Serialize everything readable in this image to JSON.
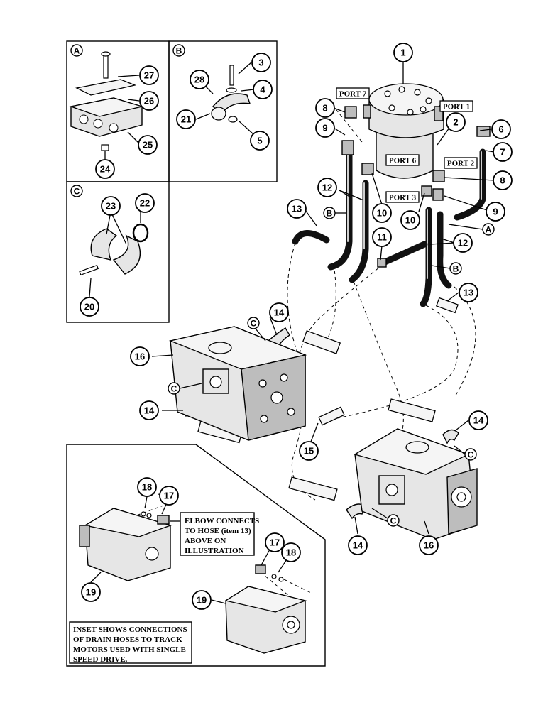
{
  "callouts": [
    {
      "id": "c1",
      "label": "1"
    },
    {
      "id": "c2",
      "label": "2"
    },
    {
      "id": "c3",
      "label": "3"
    },
    {
      "id": "c4",
      "label": "4"
    },
    {
      "id": "c5",
      "label": "5"
    },
    {
      "id": "c6",
      "label": "6"
    },
    {
      "id": "c7",
      "label": "7"
    },
    {
      "id": "c8a",
      "label": "8"
    },
    {
      "id": "c8b",
      "label": "8"
    },
    {
      "id": "c9a",
      "label": "9"
    },
    {
      "id": "c9b",
      "label": "9"
    },
    {
      "id": "c10a",
      "label": "10"
    },
    {
      "id": "c10b",
      "label": "10"
    },
    {
      "id": "c11",
      "label": "11"
    },
    {
      "id": "c12a",
      "label": "12"
    },
    {
      "id": "c12b",
      "label": "12"
    },
    {
      "id": "c13a",
      "label": "13"
    },
    {
      "id": "c13b",
      "label": "13"
    },
    {
      "id": "c14a",
      "label": "14"
    },
    {
      "id": "c14b",
      "label": "14"
    },
    {
      "id": "c14c",
      "label": "14"
    },
    {
      "id": "c14d",
      "label": "14"
    },
    {
      "id": "c15",
      "label": "15"
    },
    {
      "id": "c16a",
      "label": "16"
    },
    {
      "id": "c16b",
      "label": "16"
    },
    {
      "id": "c17a",
      "label": "17"
    },
    {
      "id": "c17b",
      "label": "17"
    },
    {
      "id": "c18a",
      "label": "18"
    },
    {
      "id": "c18b",
      "label": "18"
    },
    {
      "id": "c19a",
      "label": "19"
    },
    {
      "id": "c19b",
      "label": "19"
    },
    {
      "id": "c20",
      "label": "20"
    },
    {
      "id": "c21",
      "label": "21"
    },
    {
      "id": "c22",
      "label": "22"
    },
    {
      "id": "c23",
      "label": "23"
    },
    {
      "id": "c24",
      "label": "24"
    },
    {
      "id": "c25",
      "label": "25"
    },
    {
      "id": "c26",
      "label": "26"
    },
    {
      "id": "c27",
      "label": "27"
    },
    {
      "id": "c28",
      "label": "28"
    }
  ],
  "inset_letters": {
    "panel_a": "A",
    "panel_b": "B",
    "panel_c": "C"
  },
  "hose_letters": {
    "a1": "A",
    "b1": "B",
    "b2": "B",
    "c1": "C",
    "c2": "C",
    "c3": "C",
    "c4": "C"
  },
  "ports": {
    "port7": "PORT 7",
    "port1": "PORT 1",
    "port6": "PORT 6",
    "port2": "PORT 2",
    "port3": "PORT 3"
  },
  "notes": {
    "elbow_line1": "ELBOW CONNECTS",
    "elbow_line2": "TO HOSE (item 13)",
    "elbow_line3": "ABOVE ON",
    "elbow_line4": "ILLUSTRATION",
    "inset_line1": "INSET SHOWS CONNECTIONS",
    "inset_line2": "OF DRAIN HOSES TO TRACK",
    "inset_line3": "MOTORS USED WITH SINGLE",
    "inset_line4": "SPEED DRIVE."
  }
}
